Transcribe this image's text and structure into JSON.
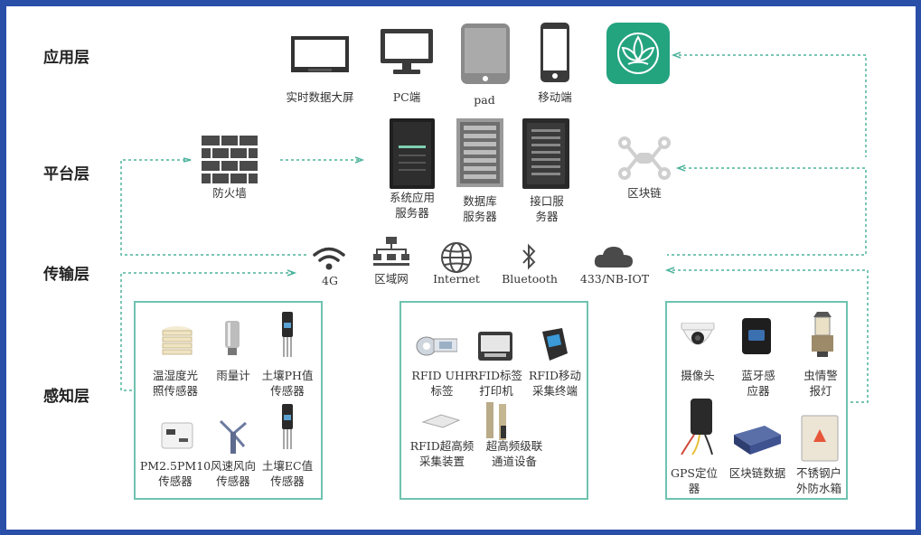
{
  "layers": {
    "app": "应用层",
    "platform": "平台层",
    "transport": "传输层",
    "perception": "感知层"
  },
  "app_devices": [
    {
      "id": "screen",
      "icon": "big-screen-icon",
      "label": "实时数据大屏"
    },
    {
      "id": "pc",
      "icon": "monitor-icon",
      "label": "PC端"
    },
    {
      "id": "pad",
      "icon": "tablet-icon",
      "label": "pad"
    },
    {
      "id": "mobile",
      "icon": "phone-icon",
      "label": "移动端"
    },
    {
      "id": "app",
      "icon": "app-logo-icon",
      "label": ""
    }
  ],
  "platform": {
    "firewall": {
      "icon": "brick-wall-icon",
      "label": "防火墙"
    },
    "servers": [
      {
        "icon": "server-tower-icon",
        "label": "系统应用\n服务器"
      },
      {
        "icon": "server-rack-icon",
        "label": "数据库\n服务器"
      },
      {
        "icon": "server-tower-icon",
        "label": "接口服\n务器"
      }
    ],
    "blockchain": {
      "icon": "network-nodes-icon",
      "label": "区块链"
    }
  },
  "transport": [
    {
      "icon": "wifi-icon",
      "label": "4G"
    },
    {
      "icon": "lan-tree-icon",
      "label": "区域网"
    },
    {
      "icon": "globe-icon",
      "label": "Internet"
    },
    {
      "icon": "bluetooth-icon",
      "label": "Bluetooth"
    },
    {
      "icon": "cloud-icon",
      "label": "433/NB-IOT"
    }
  ],
  "panels": {
    "left": [
      {
        "icon": "light-sensor-icon",
        "label": "温湿度光\n照传感器"
      },
      {
        "icon": "rain-gauge-icon",
        "label": "雨量计"
      },
      {
        "icon": "soil-probe-icon",
        "label": "土壤PH值\n传感器"
      },
      {
        "icon": "pm-sensor-icon",
        "label": "PM2.5PM10\n传感器"
      },
      {
        "icon": "anemometer-icon",
        "label": "风速风向\n传感器"
      },
      {
        "icon": "soil-probe-icon",
        "label": "土壤EC值\n传感器"
      }
    ],
    "middle": [
      {
        "icon": "rfid-tag-roll-icon",
        "label": "RFID UHF\n标签"
      },
      {
        "icon": "label-printer-icon",
        "label": "RFID标签\n打印机"
      },
      {
        "icon": "handheld-terminal-icon",
        "label": "RFID移动\n采集终端"
      },
      {
        "icon": "rfid-reader-icon",
        "label": "RFID超高频\n采集装置"
      },
      {
        "icon": "gate-antenna-icon",
        "label": "超高频级联\n通道设备"
      }
    ],
    "right": [
      {
        "icon": "dome-camera-icon",
        "label": "摄像头"
      },
      {
        "icon": "bluetooth-sensor-icon",
        "label": "蓝牙感\n应器"
      },
      {
        "icon": "insect-lamp-icon",
        "label": "虫情警\n报灯"
      },
      {
        "icon": "gps-locator-icon",
        "label": "GPS定位\n器"
      },
      {
        "icon": "blockchain-device-icon",
        "label": "区块链数据"
      },
      {
        "icon": "outdoor-box-icon",
        "label": "不锈钢户\n外防水箱"
      }
    ]
  },
  "colors": {
    "frame": "#2a4fa8",
    "accent": "#4db39c",
    "dark": "#3a3a3a"
  }
}
